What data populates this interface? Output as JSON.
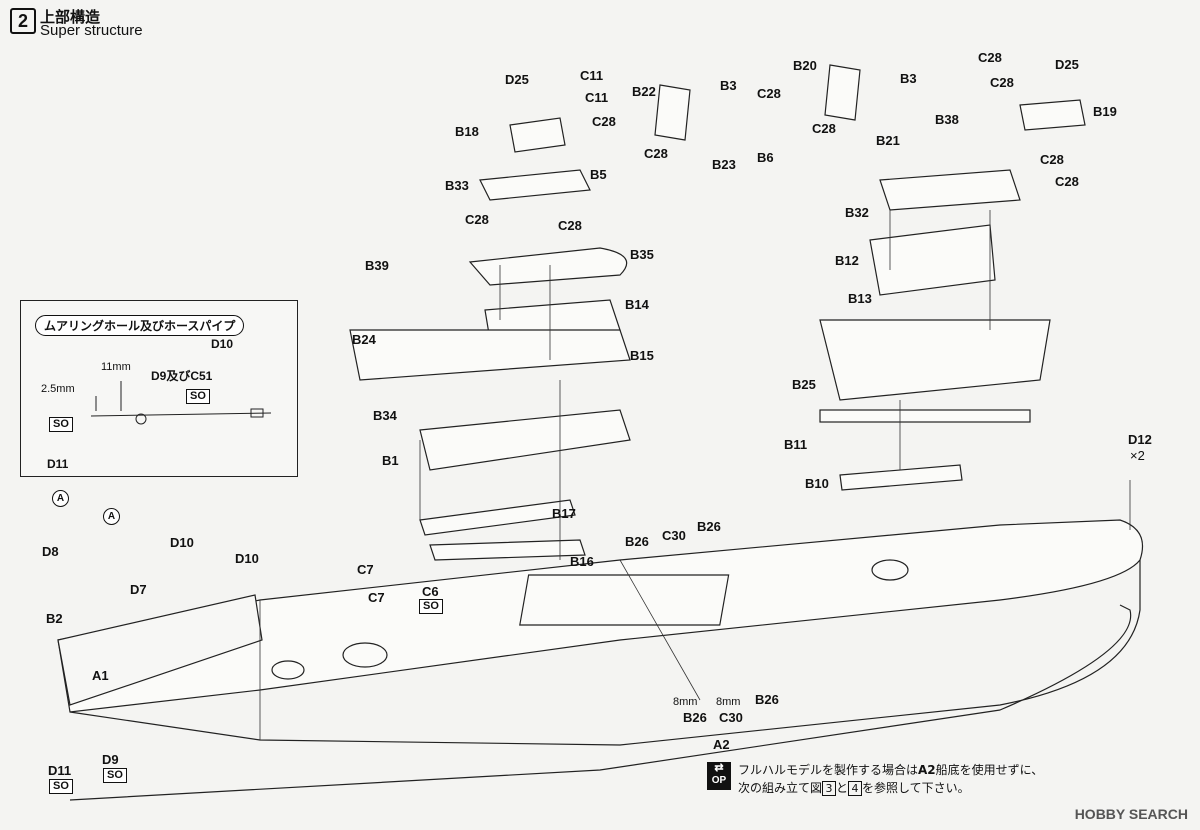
{
  "step": {
    "number": "2",
    "title_jp": "上部構造",
    "title_en": "Super structure"
  },
  "inset": {
    "title": "ムアリングホール及びホースパイプ",
    "dim_a": "2.5mm",
    "dim_b": "11mm",
    "label_d10": "D10",
    "label_d9c51": "D9及びC51",
    "label_d11": "D11",
    "so": "SO"
  },
  "labels": {
    "d25_l": "D25",
    "c11_a": "C11",
    "c11_b": "C11",
    "b18": "B18",
    "b33": "B33",
    "b22": "B22",
    "b3_l": "B3",
    "c28_a": "C28",
    "c28_b": "C28",
    "b5": "B5",
    "b23": "B23",
    "c28_c": "C28",
    "c28_d": "C28",
    "b39": "B39",
    "b35": "B35",
    "b14": "B14",
    "b15": "B15",
    "b24": "B24",
    "b34": "B34",
    "b1": "B1",
    "b17": "B17",
    "b16": "B16",
    "b20": "B20",
    "b3_r": "B3",
    "c28_e": "C28",
    "c28_f": "C28",
    "b6": "B6",
    "b21": "B21",
    "c28_g": "C28",
    "c28_h": "C28",
    "b38": "B38",
    "d25_r": "D25",
    "b19": "B19",
    "c28_i": "C28",
    "c28_j": "C28",
    "b32": "B32",
    "b12": "B12",
    "b13": "B13",
    "b25": "B25",
    "b11": "B11",
    "b10": "B10",
    "d12": "D12",
    "x2": "×2",
    "d8": "D8",
    "d7": "D7",
    "b2": "B2",
    "a1": "A1",
    "d10_a": "D10",
    "d10_b": "D10",
    "c7_a": "C7",
    "c7_b": "C7",
    "c6": "C6",
    "b26_a": "B26",
    "c30_a": "C30",
    "b26_b": "B26",
    "b26_c": "B26",
    "c30_b": "C30",
    "b26_d": "B26",
    "a2": "A2",
    "d11": "D11",
    "d9": "D9",
    "mm8_a": "8mm",
    "mm8_b": "8mm"
  },
  "so_marks": {
    "c6_so": "SO",
    "d11_so": "SO",
    "d9_so": "SO"
  },
  "markers": {
    "a_mark_1": "A",
    "a_mark_2": "A"
  },
  "note": {
    "op_label": "OP",
    "line1_pre": "フルハルモデルを製作する場合は",
    "line1_bold": "A2",
    "line1_post": "船底を使用せずに、",
    "line2_pre": "次の組み立て図",
    "sq3": "3",
    "mid": "と",
    "sq4": "4",
    "line2_post": "を参照して下さい。"
  },
  "watermark": "HOBBY SEARCH"
}
